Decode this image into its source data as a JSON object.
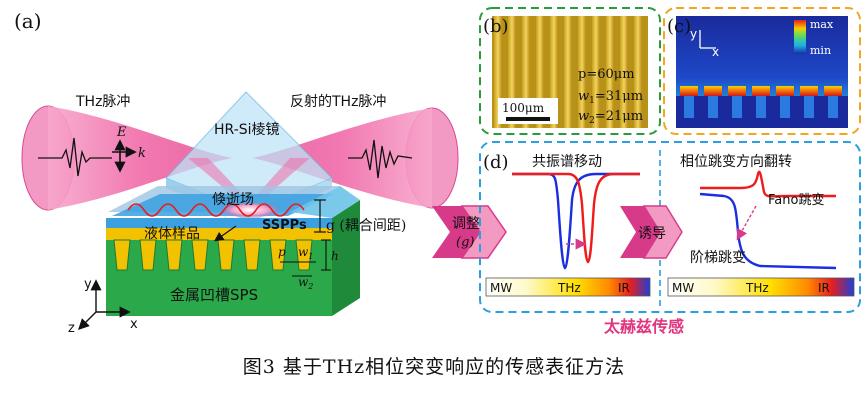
{
  "panel_a": {
    "label": "(a)",
    "thz_pulse": "THz脉冲",
    "reflected_pulse": "反射的THz脉冲",
    "e_label": "E",
    "k_label": "k",
    "prism": "HR-Si棱镜",
    "evanescent": "倏逝场",
    "sspps": "SSPPs",
    "liquid_sample": "液体样品",
    "gap": "g (耦合间距)",
    "h_label": "h",
    "p_label": "p",
    "w1_label": "w",
    "w1_sub": "1",
    "w2_label": "w",
    "w2_sub": "2",
    "metal_sps": "金属凹槽SPS",
    "axis_y": "y",
    "axis_z": "z",
    "axis_x": "x"
  },
  "arrow_modulate": {
    "line1": "调整",
    "line2": "(g)"
  },
  "panel_b": {
    "label": "(b)",
    "p_value": "p=60μm",
    "w1_prefix": "w",
    "w1_sub": "1",
    "w1_value": "=31μm",
    "w2_prefix": "w",
    "w2_sub": "2",
    "w2_value": "=21μm",
    "scalebar": "100μm"
  },
  "panel_c": {
    "label": "(c)",
    "max": "max",
    "min": "min",
    "axis_y": "y",
    "axis_x": "x"
  },
  "panel_d": {
    "label": "(d)",
    "left_title": "共振谱移动",
    "right_title": "相位跳变方向翻转",
    "induce": "诱导",
    "fano": "Fano跳变",
    "step": "阶梯跳变",
    "band_mw": "MW",
    "band_thz": "THz",
    "band_ir": "IR",
    "sensing": "太赫兹传感"
  },
  "caption": "图3  基于THz相位突变响应的传感表征方法",
  "colors": {
    "pulse_pink": "#f06aa8",
    "prism_blue": "#9fd3ee",
    "metal_green": "#2aa84a",
    "groove_yellow": "#f2c200",
    "liquid_blue": "#3aa0e0",
    "panel_b_border": "#2a9d3a",
    "panel_c_border": "#f0a820",
    "panel_d_border": "#2aa0e0",
    "curve_blue": "#1a2fe0",
    "curve_red": "#ee1c1c",
    "arrow_pink": "#d83a8a",
    "sensing_text": "#e0357f"
  }
}
